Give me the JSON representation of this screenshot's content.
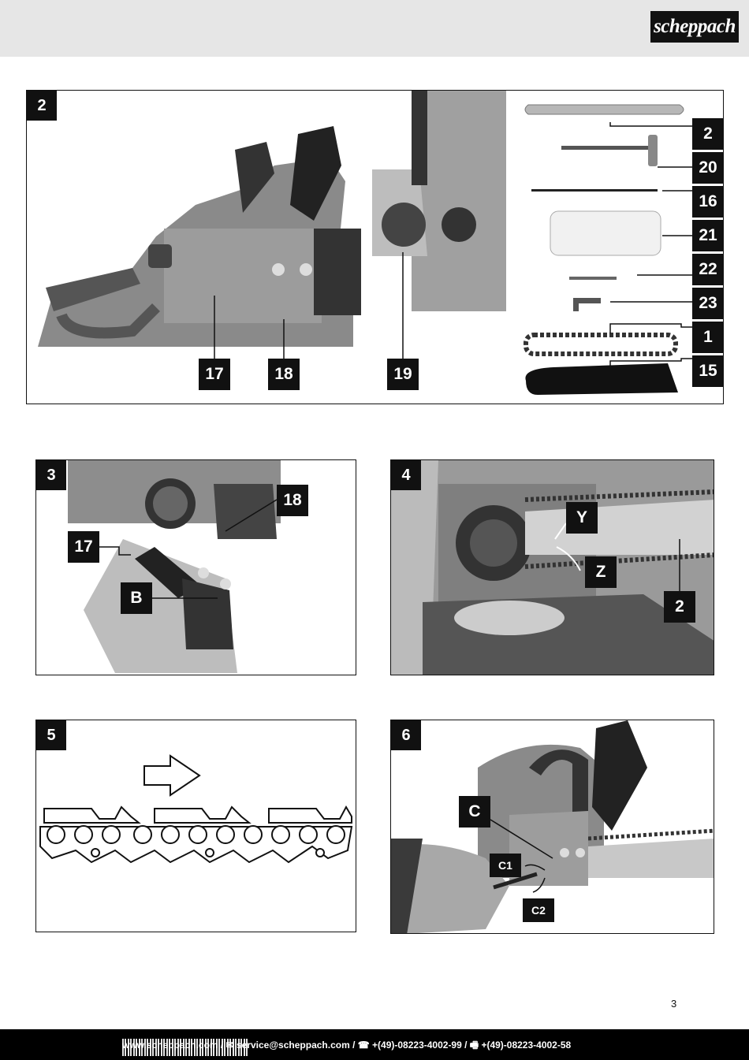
{
  "header": {
    "logo": "scheppach"
  },
  "fig2": {
    "number": "2",
    "labels": [
      "17",
      "18",
      "19"
    ],
    "parts": [
      "2",
      "20",
      "16",
      "21",
      "22",
      "23",
      "1",
      "15"
    ]
  },
  "fig3": {
    "number": "3",
    "labels": [
      "18",
      "17",
      "B"
    ]
  },
  "fig4": {
    "number": "4",
    "labels": [
      "Y",
      "Z",
      "2"
    ]
  },
  "fig5": {
    "number": "5"
  },
  "fig6": {
    "number": "6",
    "labels": [
      "C",
      "C1",
      "C2"
    ]
  },
  "page_number": "3",
  "footer": {
    "contact": "www.scheppach.com / ✉ service@scheppach.com / ☎ +(49)-08223-4002-99 / 🖷 +(49)-08223-4002-58"
  }
}
